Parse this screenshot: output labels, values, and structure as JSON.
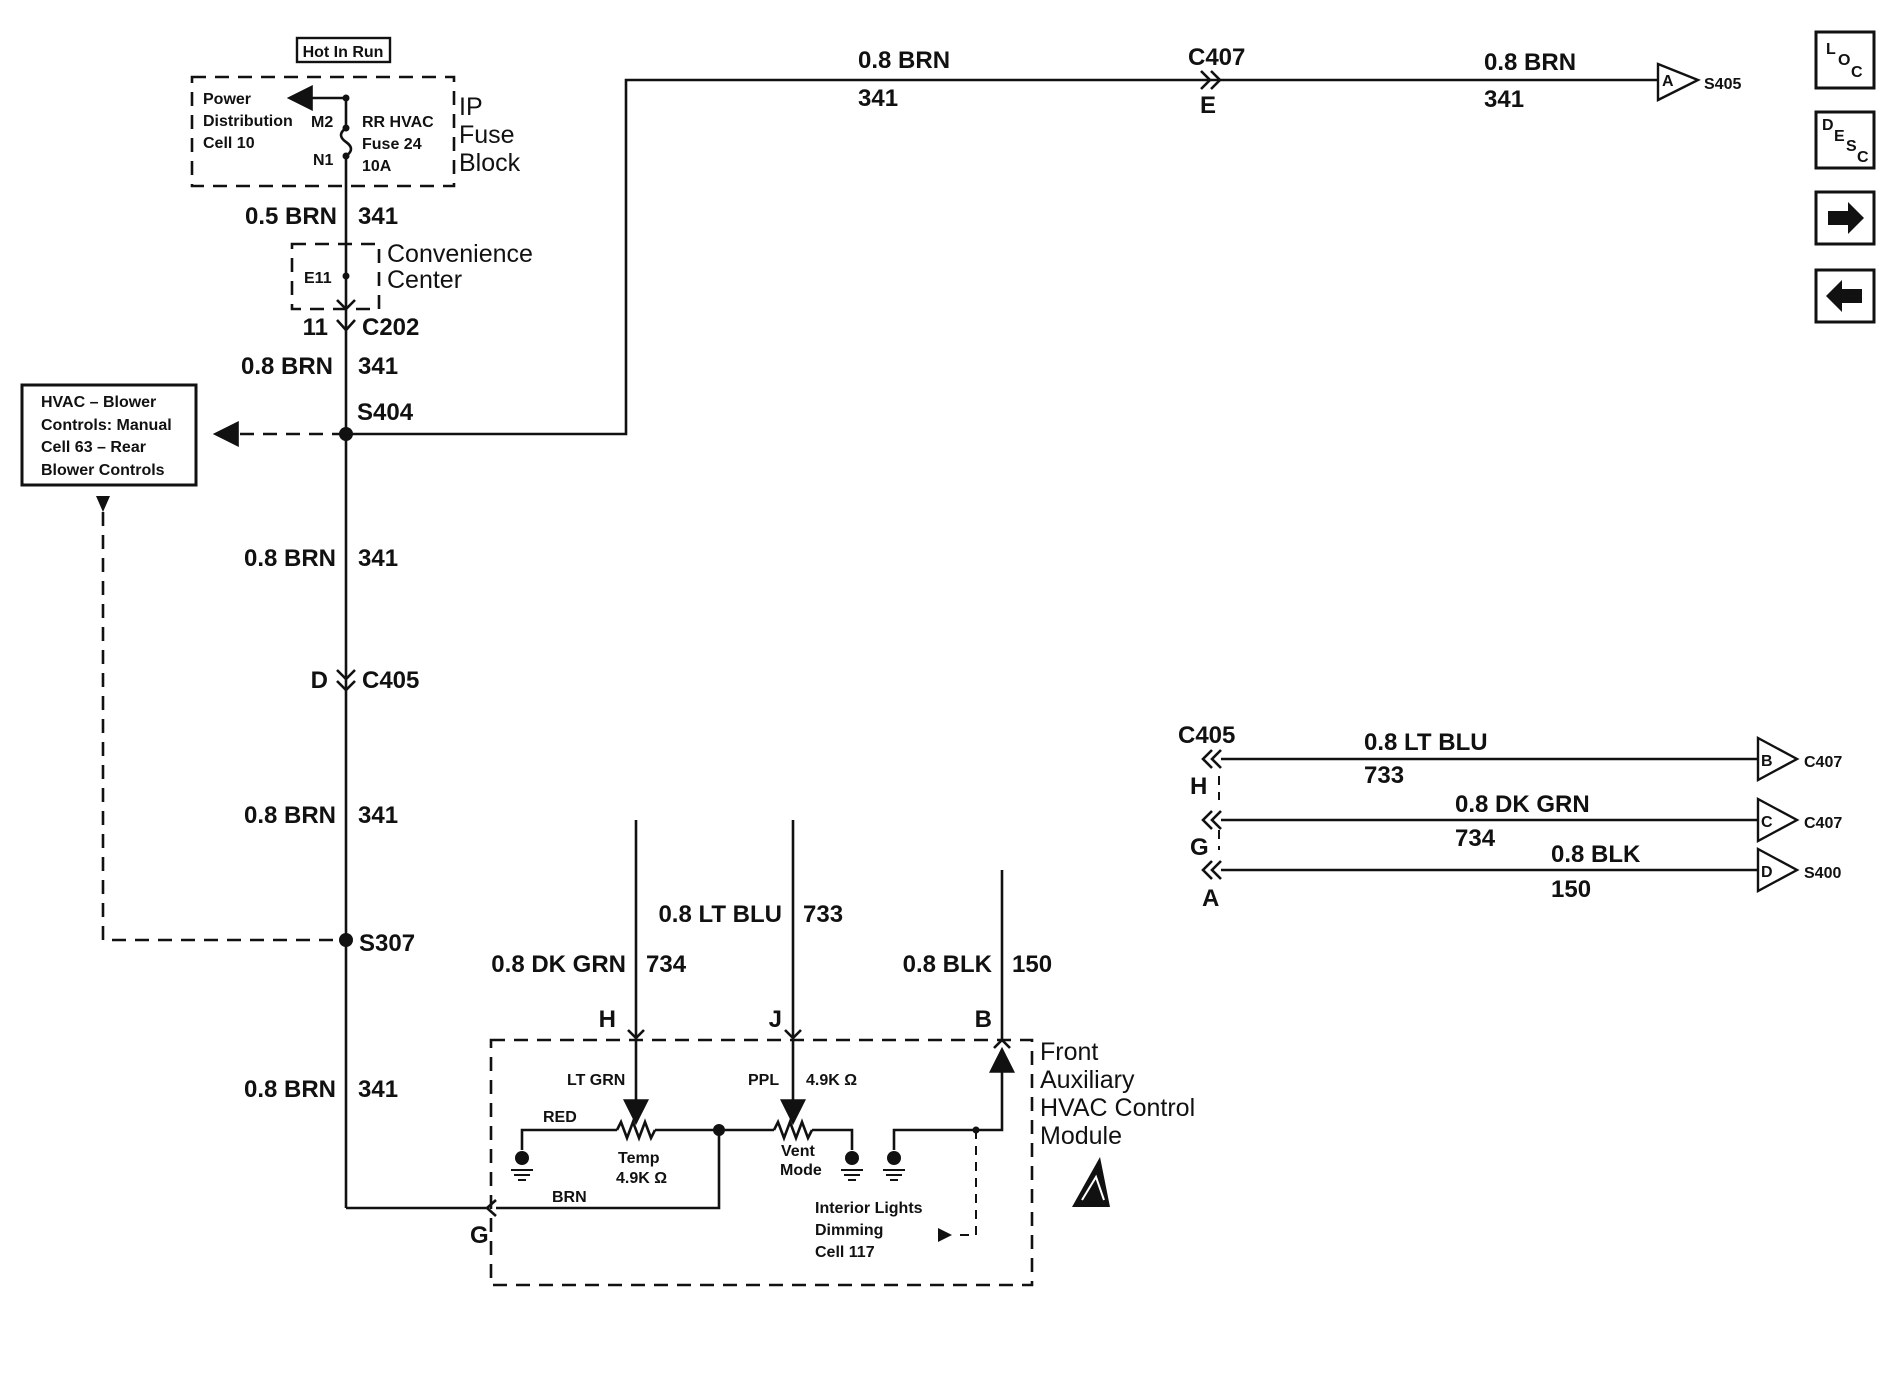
{
  "hot_in_run": "Hot In Run",
  "ip_fuse_block": {
    "title_lines": [
      "IP",
      "Fuse",
      "Block"
    ],
    "power_dist_lines": [
      "Power",
      "Distribution",
      "Cell 10"
    ],
    "m2": "M2",
    "n1": "N1",
    "fuse_lines": [
      "RR HVAC",
      "Fuse  24",
      "10A"
    ]
  },
  "convenience_center": {
    "title_lines": [
      "Convenience",
      "Center"
    ],
    "e11": "E11"
  },
  "wires": {
    "w_05brn": "0.5 BRN",
    "circ_341_a": "341",
    "w_08brn_a": "0.8 BRN",
    "circ_341_b": "341",
    "w_08brn_b": "0.8 BRN",
    "circ_341_c": "341",
    "w_08brn_c": "0.8 BRN",
    "circ_341_d": "341",
    "w_08brn_d": "0.8 BRN",
    "circ_341_e": "341",
    "top_brn_1": "0.8 BRN",
    "top_341_1": "341",
    "top_brn_2": "0.8 BRN",
    "top_341_2": "341",
    "ltblu_h": "0.8 LT BLU",
    "c733_h": "733",
    "dkgrn_h": "0.8 DK GRN",
    "c734_h": "734",
    "blk_h": "0.8 BLK",
    "c150_h": "150",
    "ltblu_v": "0.8 LT BLU",
    "c733_v": "733",
    "dkgrn_v": "0.8 DK GRN",
    "c734_v": "734",
    "blk_v": "0.8 BLK",
    "c150_v": "150"
  },
  "connectors": {
    "c202_pin": "11",
    "c202": "C202",
    "s404": "S404",
    "c405_pin_d": "D",
    "c405_a": "C405",
    "s307": "S307",
    "c407_top": "C407",
    "c407_top_pin": "E",
    "s405": "S405",
    "s405_tag": "A",
    "c405_b": "C405",
    "pin_h_c405": "H",
    "pin_g_c405": "G",
    "pin_a_c405": "A",
    "tag_b": "B",
    "ref_b": "C407",
    "tag_c": "C",
    "ref_c": "C407",
    "tag_d": "D",
    "ref_d": "S400"
  },
  "hvac_blower_ref": [
    "HVAC – Blower",
    "Controls: Manual",
    "Cell 63  – Rear",
    "Blower Controls"
  ],
  "module": {
    "title_lines": [
      "Front",
      "Auxiliary",
      "HVAC Control",
      "Module"
    ],
    "pin_h": "H",
    "pin_j": "J",
    "pin_b": "B",
    "pin_g": "G",
    "lt_grn": "LT GRN",
    "ppl": "PPL",
    "ppl_ohm": "4.9K Ω",
    "red": "RED",
    "temp_lines": [
      "Temp",
      "4.9K Ω"
    ],
    "vent_lines": [
      "Vent",
      "Mode"
    ],
    "brn": "BRN",
    "dimming_lines": [
      "Interior Lights",
      "Dimming",
      "Cell 117"
    ]
  },
  "nav": {
    "loc": [
      "L",
      "O",
      "C"
    ],
    "desc": [
      "D",
      "E",
      "S",
      "C"
    ],
    "forward_icon": "arrow-right-icon",
    "back_icon": "arrow-left-icon"
  }
}
